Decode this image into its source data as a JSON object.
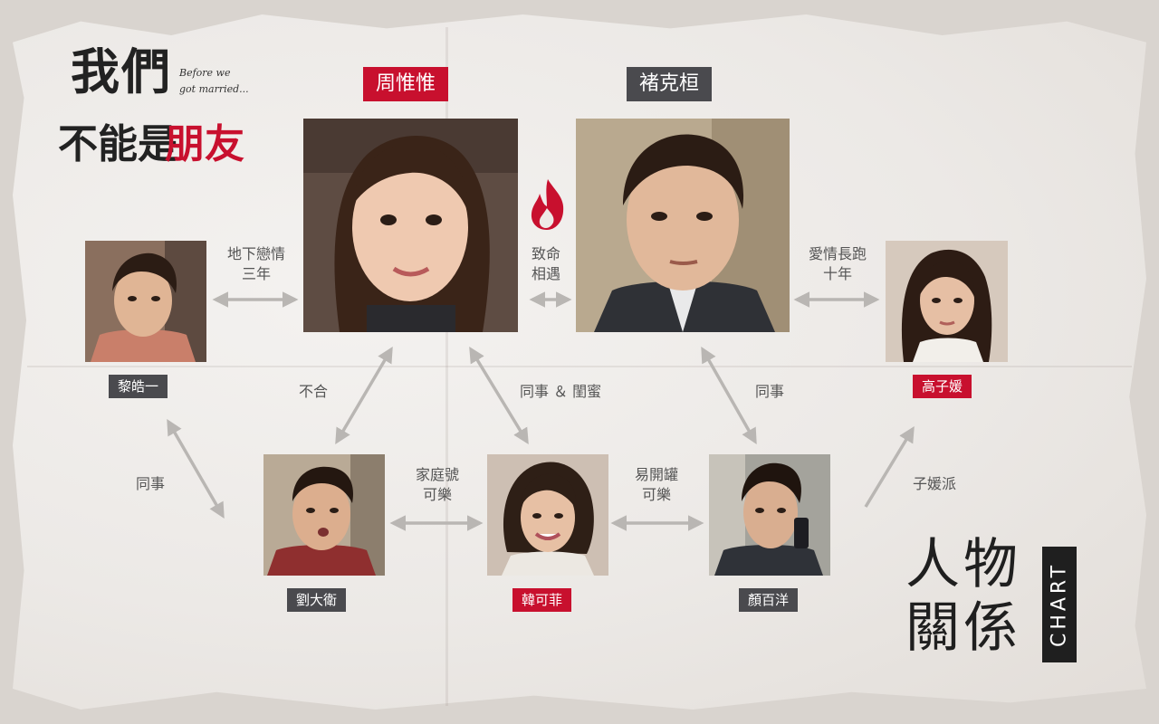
{
  "logo": {
    "line1": "我們",
    "line2a": "不能是",
    "line2b": "朋友",
    "script1": "Before we",
    "script2": "got married..."
  },
  "title": {
    "line1": "人物",
    "line2": "關係",
    "tag": "CHART"
  },
  "characters": {
    "zhou": "周惟惟",
    "chu": "褚克桓",
    "li": "黎皓一",
    "gao": "高子媛",
    "liu": "劉大衛",
    "han": "韓可菲",
    "yan": "顏百洋"
  },
  "relations": {
    "li_zhou_1": "地下戀情",
    "li_zhou_2": "三年",
    "zhou_chu_1": "致命",
    "zhou_chu_2": "相遇",
    "chu_gao_1": "愛情長跑",
    "chu_gao_2": "十年",
    "zhou_liu": "不合",
    "zhou_han": "同事 ＆ 閨蜜",
    "chu_yan": "同事",
    "li_liu": "同事",
    "liu_han_1": "家庭號",
    "liu_han_2": "可樂",
    "han_yan_1": "易開罐",
    "han_yan_2": "可樂",
    "yan_gao": "子媛派"
  },
  "colors": {
    "accent_red": "#c8102e",
    "dark_label": "#4a4a4e",
    "arrow": "#b9b6b3"
  },
  "icons": [
    "flame-icon"
  ]
}
